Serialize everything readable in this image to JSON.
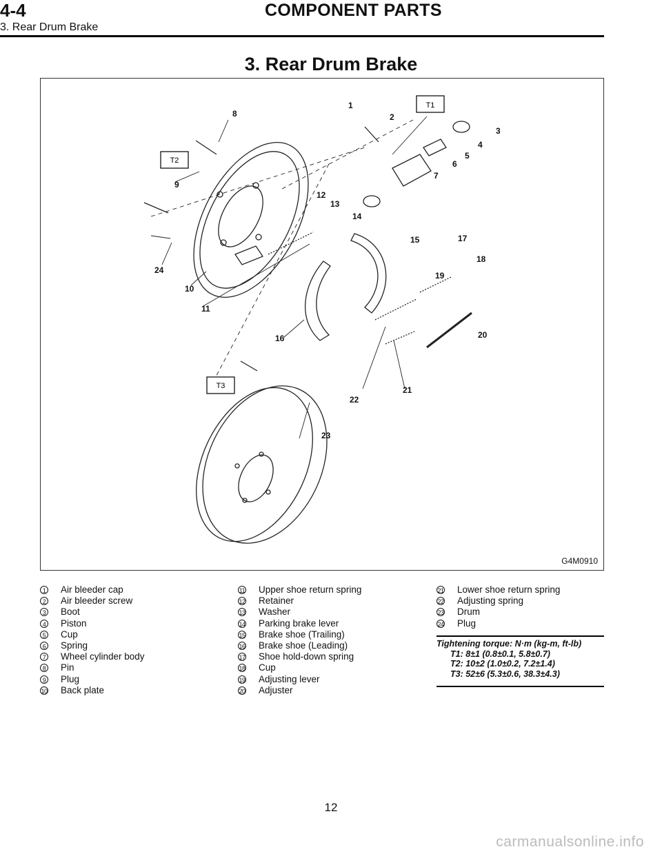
{
  "header": {
    "code": "4-4",
    "title": "COMPONENT PARTS",
    "subtitle": "3. Rear Drum Brake"
  },
  "page_title": "3. Rear Drum Brake",
  "figure": {
    "id": "G4M0910",
    "torque_tags": [
      "T1",
      "T2",
      "T3"
    ]
  },
  "legend": {
    "col1": [
      {
        "num": "1",
        "label": "Air bleeder cap"
      },
      {
        "num": "2",
        "label": "Air bleeder screw"
      },
      {
        "num": "3",
        "label": "Boot"
      },
      {
        "num": "4",
        "label": "Piston"
      },
      {
        "num": "5",
        "label": "Cup"
      },
      {
        "num": "6",
        "label": "Spring"
      },
      {
        "num": "7",
        "label": "Wheel cylinder body"
      },
      {
        "num": "8",
        "label": "Pin"
      },
      {
        "num": "9",
        "label": "Plug"
      },
      {
        "num": "10",
        "label": "Back plate"
      }
    ],
    "col2": [
      {
        "num": "11",
        "label": "Upper shoe return spring"
      },
      {
        "num": "12",
        "label": "Retainer"
      },
      {
        "num": "13",
        "label": "Washer"
      },
      {
        "num": "14",
        "label": "Parking brake lever"
      },
      {
        "num": "15",
        "label": "Brake shoe (Trailing)"
      },
      {
        "num": "16",
        "label": "Brake shoe (Leading)"
      },
      {
        "num": "17",
        "label": "Shoe hold-down spring"
      },
      {
        "num": "18",
        "label": "Cup"
      },
      {
        "num": "19",
        "label": "Adjusting lever"
      },
      {
        "num": "20",
        "label": "Adjuster"
      }
    ],
    "col3": [
      {
        "num": "21",
        "label": "Lower shoe return spring"
      },
      {
        "num": "22",
        "label": "Adjusting spring"
      },
      {
        "num": "23",
        "label": "Drum"
      },
      {
        "num": "24",
        "label": "Plug"
      }
    ]
  },
  "torque": {
    "heading": "Tightening torque: N·m (kg-m, ft-lb)",
    "t1": "T1: 8±1 (0.8±0.1, 5.8±0.7)",
    "t2": "T2: 10±2 (1.0±0.2, 7.2±1.4)",
    "t3": "T3: 52±6 (5.3±0.6, 38.3±4.3)"
  },
  "page_number": "12",
  "watermark": "carmanualsonline.info"
}
